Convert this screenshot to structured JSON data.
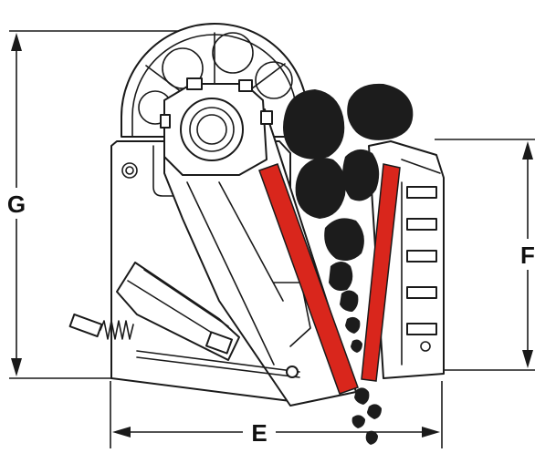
{
  "dimensions": {
    "g_label": "G",
    "f_label": "F",
    "e_label": "E"
  },
  "colors": {
    "jaw_plate": "#d9261c",
    "rock": "#1c1c1c",
    "line": "#1a1a1a",
    "background": "#ffffff"
  }
}
